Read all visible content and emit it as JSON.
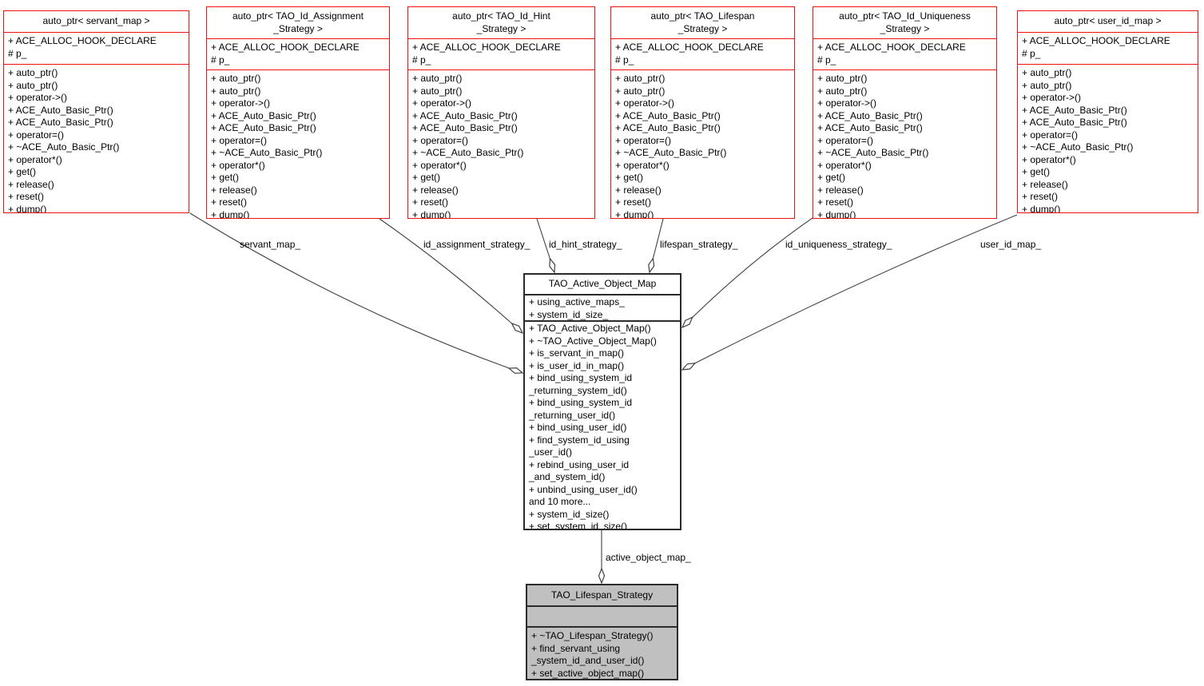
{
  "diagram": {
    "colors": {
      "truncated_node_border": "#ee1111",
      "node_border": "#2b2b2b",
      "highlight_node_fill": "#c0c0c0",
      "node_fill": "#ffffff",
      "edge_color": "#404040",
      "background": "#ffffff"
    },
    "classes": [
      {
        "title_lines": [
          "auto_ptr< servant_map >"
        ],
        "attributes": [
          "+ ACE_ALLOC_HOOK_DECLARE",
          "# p_"
        ],
        "methods": [
          "+ auto_ptr()",
          "+ auto_ptr()",
          "+ operator->()",
          "+ ACE_Auto_Basic_Ptr()",
          "+ ACE_Auto_Basic_Ptr()",
          "+ operator=()",
          "+ ~ACE_Auto_Basic_Ptr()",
          "+ operator*()",
          "+ get()",
          "+ release()",
          "+ reset()",
          "+ dump()"
        ]
      },
      {
        "title_lines": [
          "auto_ptr< TAO_Id_Assignment",
          "_Strategy >"
        ],
        "attributes": [
          "+ ACE_ALLOC_HOOK_DECLARE",
          "# p_"
        ],
        "methods": [
          "+ auto_ptr()",
          "+ auto_ptr()",
          "+ operator->()",
          "+ ACE_Auto_Basic_Ptr()",
          "+ ACE_Auto_Basic_Ptr()",
          "+ operator=()",
          "+ ~ACE_Auto_Basic_Ptr()",
          "+ operator*()",
          "+ get()",
          "+ release()",
          "+ reset()",
          "+ dump()"
        ]
      },
      {
        "title_lines": [
          "auto_ptr< TAO_Id_Hint",
          "_Strategy >"
        ],
        "attributes": [
          "+ ACE_ALLOC_HOOK_DECLARE",
          "# p_"
        ],
        "methods": [
          "+ auto_ptr()",
          "+ auto_ptr()",
          "+ operator->()",
          "+ ACE_Auto_Basic_Ptr()",
          "+ ACE_Auto_Basic_Ptr()",
          "+ operator=()",
          "+ ~ACE_Auto_Basic_Ptr()",
          "+ operator*()",
          "+ get()",
          "+ release()",
          "+ reset()",
          "+ dump()"
        ]
      },
      {
        "title_lines": [
          "auto_ptr< TAO_Lifespan",
          "_Strategy >"
        ],
        "attributes": [
          "+ ACE_ALLOC_HOOK_DECLARE",
          "# p_"
        ],
        "methods": [
          "+ auto_ptr()",
          "+ auto_ptr()",
          "+ operator->()",
          "+ ACE_Auto_Basic_Ptr()",
          "+ ACE_Auto_Basic_Ptr()",
          "+ operator=()",
          "+ ~ACE_Auto_Basic_Ptr()",
          "+ operator*()",
          "+ get()",
          "+ release()",
          "+ reset()",
          "+ dump()"
        ]
      },
      {
        "title_lines": [
          "auto_ptr< TAO_Id_Uniqueness",
          "_Strategy >"
        ],
        "attributes": [
          "+ ACE_ALLOC_HOOK_DECLARE",
          "# p_"
        ],
        "methods": [
          "+ auto_ptr()",
          "+ auto_ptr()",
          "+ operator->()",
          "+ ACE_Auto_Basic_Ptr()",
          "+ ACE_Auto_Basic_Ptr()",
          "+ operator=()",
          "+ ~ACE_Auto_Basic_Ptr()",
          "+ operator*()",
          "+ get()",
          "+ release()",
          "+ reset()",
          "+ dump()"
        ]
      },
      {
        "title_lines": [
          "auto_ptr< user_id_map >"
        ],
        "attributes": [
          "+ ACE_ALLOC_HOOK_DECLARE",
          "# p_"
        ],
        "methods": [
          "+ auto_ptr()",
          "+ auto_ptr()",
          "+ operator->()",
          "+ ACE_Auto_Basic_Ptr()",
          "+ ACE_Auto_Basic_Ptr()",
          "+ operator=()",
          "+ ~ACE_Auto_Basic_Ptr()",
          "+ operator*()",
          "+ get()",
          "+ release()",
          "+ reset()",
          "+ dump()"
        ]
      },
      {
        "title_lines": [
          "TAO_Active_Object_Map"
        ],
        "attributes": [
          "+ using_active_maps_",
          "+ system_id_size_"
        ],
        "methods": [
          "+ TAO_Active_Object_Map()",
          "+ ~TAO_Active_Object_Map()",
          "+ is_servant_in_map()",
          "+ is_user_id_in_map()",
          "+ bind_using_system_id",
          "_returning_system_id()",
          "+ bind_using_system_id",
          "_returning_user_id()",
          "+ bind_using_user_id()",
          "+ find_system_id_using",
          "_user_id()",
          "+ rebind_using_user_id",
          "_and_system_id()",
          "+ unbind_using_user_id()",
          "and 10 more...",
          "+ system_id_size()",
          "+ set_system_id_size()"
        ]
      },
      {
        "title_lines": [
          "TAO_Lifespan_Strategy"
        ],
        "attributes": [],
        "methods": [
          "+ ~TAO_Lifespan_Strategy()",
          "+ find_servant_using",
          "_system_id_and_user_id()",
          "+ set_active_object_map()"
        ]
      }
    ],
    "edge_labels": {
      "servant_map": "servant_map_",
      "id_assignment_strategy": "id_assignment_strategy_",
      "id_hint_strategy": "id_hint_strategy_",
      "lifespan_strategy": "lifespan_strategy_",
      "id_uniqueness_strategy": "id_uniqueness_strategy_",
      "user_id_map": "user_id_map_",
      "active_object_map": "active_object_map_"
    }
  }
}
